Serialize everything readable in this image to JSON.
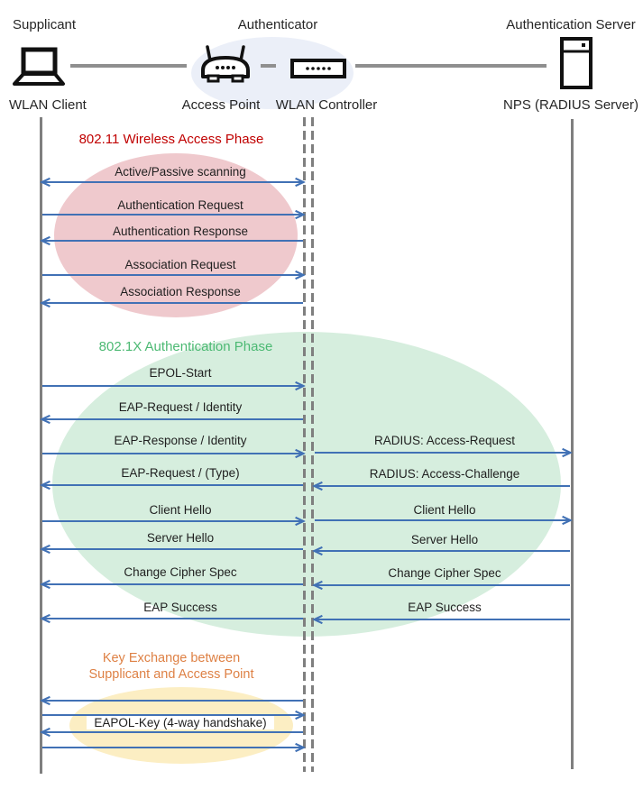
{
  "header": {
    "roles": [
      {
        "label": "Supplicant"
      },
      {
        "label": "Authenticator"
      },
      {
        "label": "Authentication Server"
      }
    ],
    "devices": [
      {
        "label": "WLAN Client"
      },
      {
        "label": "Access Point"
      },
      {
        "label": "WLAN Controller"
      },
      {
        "label": "NPS (RADIUS Server)"
      }
    ]
  },
  "phases": [
    {
      "title": "802.11 Wireless Access Phase",
      "color": "#C00000"
    },
    {
      "title": "802.1X Authentication Phase",
      "color": "#4CB973"
    },
    {
      "title_line1": "Key Exchange between",
      "title_line2": "Supplicant and Access Point",
      "color": "#DE8145"
    }
  ],
  "messages": {
    "client_controller": [
      {
        "label": "Active/Passive scanning",
        "direction": "both"
      },
      {
        "label": "Authentication Request",
        "direction": "right"
      },
      {
        "label": "Authentication Response",
        "direction": "left"
      },
      {
        "label": "Association Request",
        "direction": "right"
      },
      {
        "label": "Association Response",
        "direction": "left"
      },
      {
        "label": "EPOL-Start",
        "direction": "right"
      },
      {
        "label": "EAP-Request / Identity",
        "direction": "left"
      },
      {
        "label": "EAP-Response / Identity",
        "direction": "right"
      },
      {
        "label": "EAP-Request / (Type)",
        "direction": "left"
      },
      {
        "label": "Client Hello",
        "direction": "right"
      },
      {
        "label": "Server Hello",
        "direction": "left"
      },
      {
        "label": "Change Cipher Spec",
        "direction": "left"
      },
      {
        "label": "EAP Success",
        "direction": "left"
      },
      {
        "label": "",
        "direction": "left"
      },
      {
        "label": "",
        "direction": "right"
      },
      {
        "label": "EAPOL-Key (4-way handshake)",
        "direction": "left",
        "boxed": true
      },
      {
        "label": "",
        "direction": "right"
      }
    ],
    "controller_server": [
      {
        "label": "RADIUS: Access-Request",
        "direction": "right"
      },
      {
        "label": "RADIUS: Access-Challenge",
        "direction": "left"
      },
      {
        "label": "Client Hello",
        "direction": "right"
      },
      {
        "label": "Server Hello",
        "direction": "left"
      },
      {
        "label": "Change Cipher Spec",
        "direction": "left"
      },
      {
        "label": "EAP Success",
        "direction": "left"
      }
    ]
  },
  "colors": {
    "arrow": "#4171B5",
    "lifeline": "#7F7F7F",
    "connector": "#8F8F8F",
    "phase1_fill": "#EFC9CD",
    "phase2_fill": "#D6EEDE",
    "phase3_fill": "#FCEEC3",
    "authenticator_fill": "#EBEFF8",
    "title_red": "#C00000",
    "title_green": "#4CB973",
    "title_orange": "#DE8145"
  }
}
